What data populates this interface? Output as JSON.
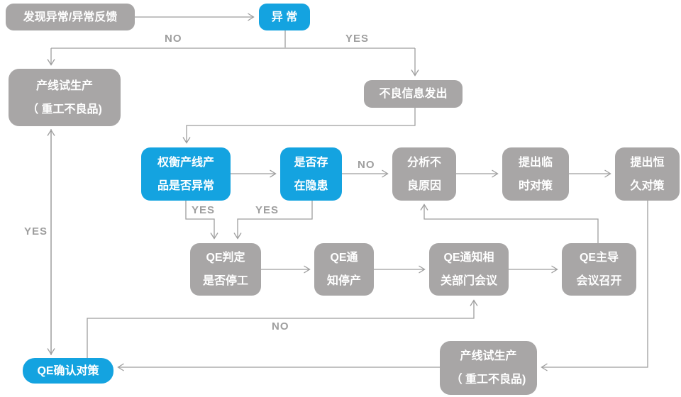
{
  "diagram": {
    "nodes": {
      "discover": {
        "label": "发现异常/异常反馈"
      },
      "abnormal": {
        "label": "异 常"
      },
      "trial_top": {
        "line1": "产线试生产",
        "line2": "（ 重工不良品)"
      },
      "info_out": {
        "label": "不良信息发出"
      },
      "weigh": {
        "line1": "权衡产线产",
        "line2": "品是否异常"
      },
      "hidden_danger": {
        "line1": "是否存",
        "line2": "在隐患"
      },
      "analyze": {
        "line1": "分析不",
        "line2": "良原因"
      },
      "temp_measure": {
        "line1": "提出临",
        "line2": "时对策"
      },
      "perm_measure": {
        "line1": "提出恒",
        "line2": "久对策"
      },
      "qe_judge": {
        "line1": "QE判定",
        "line2": "是否停工"
      },
      "qe_stop": {
        "line1": "QE通",
        "line2": "知停产"
      },
      "qe_meeting": {
        "line1": "QE通知相",
        "line2": "关部门会议"
      },
      "qe_lead": {
        "line1": "QE主导",
        "line2": "会议召开"
      },
      "qe_confirm": {
        "label": "QE确认对策"
      },
      "trial_bottom": {
        "line1": "产线试生产",
        "line2": "（ 重工不良品)"
      }
    },
    "edge_labels": {
      "no_top": "NO",
      "yes_top": "YES",
      "no_hidden": "NO",
      "yes_weigh": "YES",
      "yes_hidden": "YES",
      "yes_left": "YES",
      "no_bottom": "NO"
    },
    "colors": {
      "accent_blue": "#14a3e0",
      "node_gray": "#a8a6a6",
      "connector_gray": "#9e9e9e",
      "label_gray": "#9e9e9e",
      "node_text": "#ffffff"
    }
  }
}
